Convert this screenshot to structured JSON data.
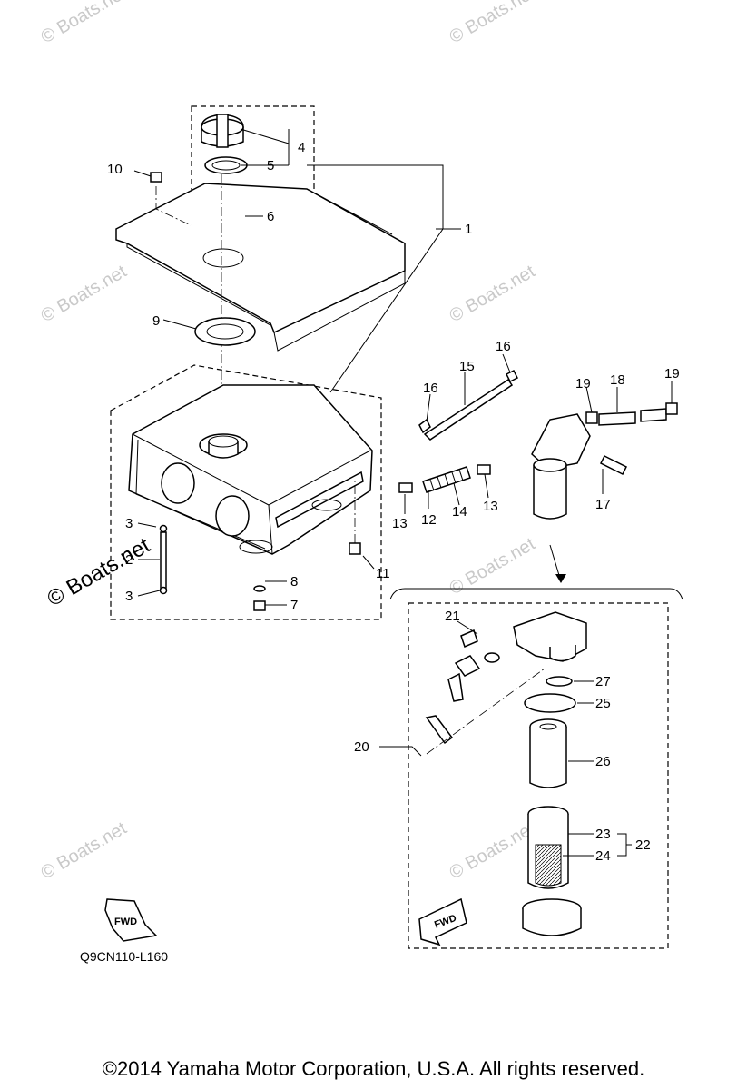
{
  "diagram": {
    "code": "Q9CN110-L160",
    "fwd_label": "FWD",
    "callouts": [
      "1",
      "2",
      "3",
      "3",
      "4",
      "5",
      "6",
      "7",
      "8",
      "9",
      "10",
      "11",
      "12",
      "13",
      "13",
      "14",
      "15",
      "16",
      "16",
      "17",
      "18",
      "19",
      "19",
      "20",
      "21",
      "22",
      "23",
      "24",
      "25",
      "26",
      "27"
    ],
    "watermark": "© Boats.net"
  },
  "footer": {
    "copyright": "©2014 Yamaha Motor Corporation, U.S.A. All rights reserved."
  }
}
